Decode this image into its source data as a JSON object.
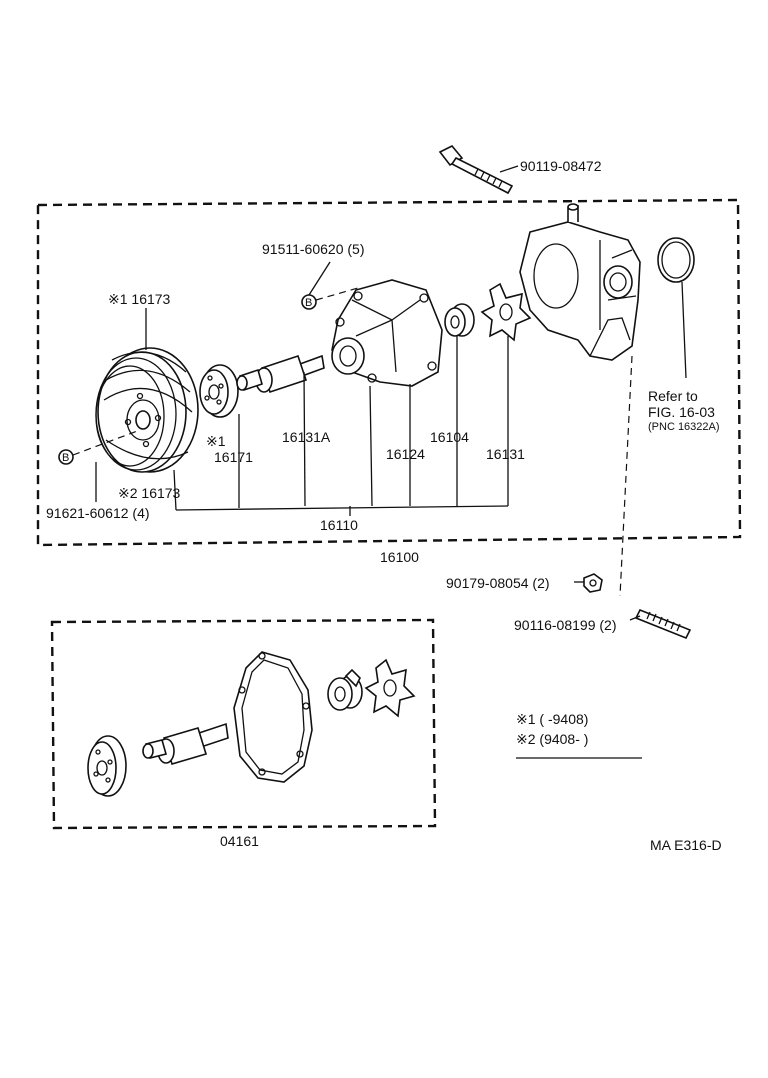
{
  "labels": {
    "bolt_top": "90119-08472",
    "bolt_b": "91511-60620 (5)",
    "pulley1": "※1 16173",
    "pulley2": "※2 16173",
    "pulley_bolt": "91621-60612 (4)",
    "p16171_mark": "※1",
    "p16171": "16171",
    "p16131A": "16131A",
    "p16124": "16124",
    "p16104": "16104",
    "p16131": "16131",
    "p16110": "16110",
    "p16100": "16100",
    "refer1": "Refer to",
    "refer2": "FIG. 16-03",
    "refer3": "(PNC 16322A)",
    "nut": "90179-08054 (2)",
    "stud": "90116-08199 (2)",
    "kit": "04161",
    "legend1": "※1 (      -9408)",
    "legend2": "※2 (9408-        )",
    "figure_code": "MA  E316-D",
    "b_marker": "B"
  }
}
